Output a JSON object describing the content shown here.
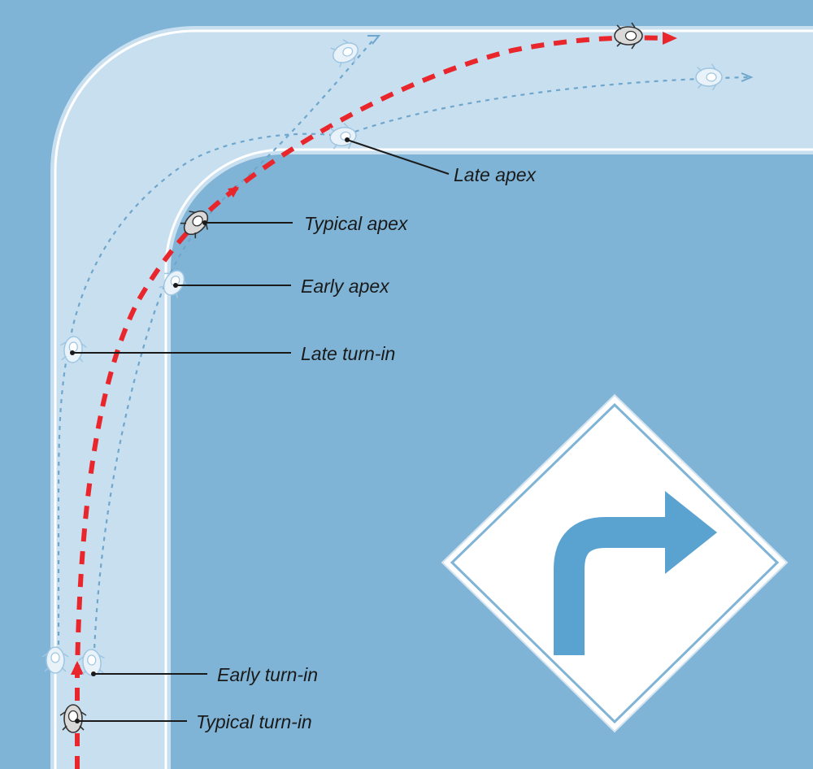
{
  "labels": {
    "late_apex": "Late apex",
    "typical_apex": "Typical apex",
    "early_apex": "Early apex",
    "late_turn_in": "Late turn-in",
    "early_turn_in": "Early turn-in",
    "typical_turn_in": "Typical turn-in"
  },
  "colors": {
    "background": "#7fb4d6",
    "road": "#c8dff0",
    "road_edge": "#ffffff",
    "typical_line": "#e8262b",
    "alternate_lines": "#6fa6cc",
    "sign_arrow": "#5aa3d1",
    "leader_line": "#1a1a1a"
  },
  "icons": {
    "sign": "right-turn-ahead-sign",
    "rider": "motorcycle-rider-icon"
  }
}
